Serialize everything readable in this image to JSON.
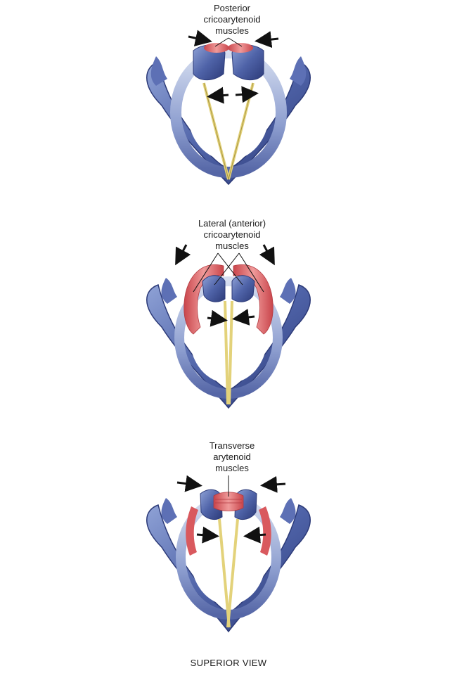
{
  "panels": [
    {
      "id": "posterior",
      "label_lines": [
        "Posterior",
        "cricoarytenoid",
        "muscles"
      ]
    },
    {
      "id": "lateral",
      "label_lines": [
        "Lateral (anterior)",
        "cricoarytenoid",
        "muscles"
      ]
    },
    {
      "id": "transverse",
      "label_lines": [
        "Transverse",
        "arytenoid",
        "muscles"
      ]
    }
  ],
  "caption": "SUPERIOR VIEW",
  "colors": {
    "cartilage": "#4f63a8",
    "cartilage_dark": "#2c3a78",
    "cartilage_light": "#b9c6e4",
    "muscle": "#d9595e",
    "muscle_light": "#f09a9a",
    "cord": "#e3d27a",
    "arrow": "#111111"
  }
}
